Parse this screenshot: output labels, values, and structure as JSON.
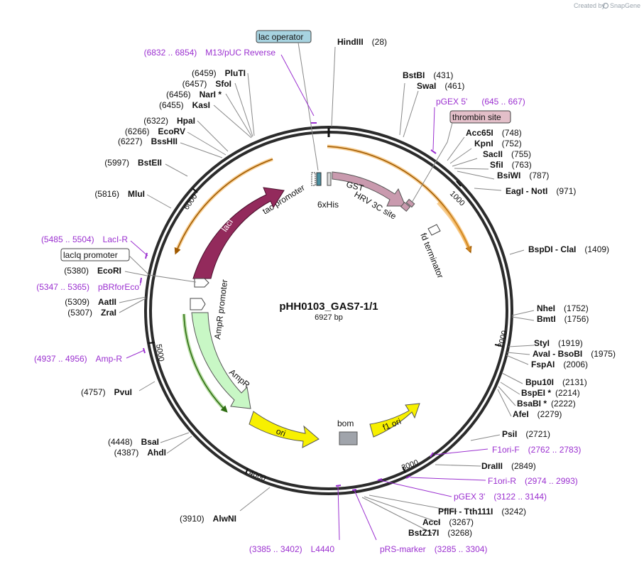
{
  "title": "pHH0103_GAS7-1/1",
  "length_label": "6927 bp",
  "logo": {
    "prefix": "Created by",
    "brand": "SnapGene"
  },
  "ticks": [
    "1000",
    "2000",
    "3000",
    "4000",
    "5000",
    "6000"
  ],
  "sites": [
    {
      "name": "HindIII",
      "pos": "(28)"
    },
    {
      "name": "BstBI",
      "pos": "(431)"
    },
    {
      "name": "SwaI",
      "pos": "(461)"
    },
    {
      "name": "Acc65I",
      "pos": "(748)"
    },
    {
      "name": "KpnI",
      "pos": "(752)"
    },
    {
      "name": "SacII",
      "pos": "(755)"
    },
    {
      "name": "SfiI",
      "pos": "(763)"
    },
    {
      "name": "BsiWI",
      "pos": "(787)"
    },
    {
      "name": "EagI",
      "sep": " - ",
      "name2": "NotI",
      "pos": "(971)"
    },
    {
      "name": "BspDI",
      "sep": " - ",
      "name2": "ClaI",
      "pos": "(1409)"
    },
    {
      "name": "NheI",
      "pos": "(1752)"
    },
    {
      "name": "BmtI",
      "pos": "(1756)"
    },
    {
      "name": "StyI",
      "pos": "(1919)"
    },
    {
      "name": "AvaI",
      "sep": " - ",
      "name2": "BsoBI",
      "pos": "(1975)"
    },
    {
      "name": "FspAI",
      "pos": "(2006)"
    },
    {
      "name": "Bpu10I",
      "pos": "(2131)"
    },
    {
      "name": "BspEI *",
      "pos": "(2214)"
    },
    {
      "name": "BsaBI *",
      "pos": "(2222)"
    },
    {
      "name": "AfeI",
      "pos": "(2279)"
    },
    {
      "name": "PsiI",
      "pos": "(2721)"
    },
    {
      "name": "DraIII",
      "pos": "(2849)"
    },
    {
      "name": "PflFI",
      "sep": " - ",
      "name2": "Tth111I",
      "pos": "(3242)"
    },
    {
      "name": "AccI",
      "pos": "(3267)"
    },
    {
      "name": "BstZ17I",
      "pos": "(3268)"
    },
    {
      "name": "AlwNI",
      "pos": "(3910)"
    },
    {
      "name": "AhdI",
      "pos": "(4387)"
    },
    {
      "name": "BsaI",
      "pos": "(4448)"
    },
    {
      "name": "PvuI",
      "pos": "(4757)"
    },
    {
      "name": "ZraI",
      "pos": "(5307)"
    },
    {
      "name": "AatII",
      "pos": "(5309)"
    },
    {
      "name": "EcoRI",
      "pos": "(5380)"
    },
    {
      "name": "MluI",
      "pos": "(5816)"
    },
    {
      "name": "BstEII",
      "pos": "(5997)"
    },
    {
      "name": "BssHII",
      "pos": "(6227)"
    },
    {
      "name": "EcoRV",
      "pos": "(6266)"
    },
    {
      "name": "HpaI",
      "pos": "(6322)"
    },
    {
      "name": "KasI",
      "pos": "(6455)"
    },
    {
      "name": "NarI *",
      "pos": "(6456)"
    },
    {
      "name": "SfoI",
      "pos": "(6457)"
    },
    {
      "name": "PluTI",
      "pos": "(6459)"
    }
  ],
  "primers": [
    {
      "name": "M13/pUC Reverse",
      "range": "(6832 .. 6854)"
    },
    {
      "name": "pGEX 5'",
      "range": "(645 .. 667)"
    },
    {
      "name": "LacI-R",
      "range": "(5485 .. 5504)"
    },
    {
      "name": "pBRforEco",
      "range": "(5347 .. 5365)"
    },
    {
      "name": "Amp-R",
      "range": "(4937 .. 4956)"
    },
    {
      "name": "F1ori-F",
      "range": "(2762 .. 2783)"
    },
    {
      "name": "F1ori-R",
      "range": "(2974 .. 2993)"
    },
    {
      "name": "pGEX 3'",
      "range": "(3122 .. 3144)"
    },
    {
      "name": "L4440",
      "range": "(3385 .. 3402)"
    },
    {
      "name": "pRS-marker",
      "range": "(3285 .. 3304)"
    }
  ],
  "boxed_labels": {
    "lac_operator": "lac operator",
    "thrombin_site": "thrombin site",
    "laciq_promoter": "lacIq promoter"
  },
  "features": {
    "gst": "GST",
    "hrv3c": "HRV 3C site",
    "his": "6xHis",
    "tac": "tac promoter",
    "laci": "lacI",
    "fd": "fd terminator",
    "ampr_promoter": "AmpR promoter",
    "ampr": "AmpR",
    "ori": "ori",
    "bom": "bom",
    "f1ori": "f1 ori"
  },
  "colors": {
    "backbone": "#2b2b2b",
    "primer": "#9b30d0",
    "orf_orange": "#f0a63a",
    "gst": "#c99aae",
    "laci": "#932a5c",
    "ampr": "#c8f7c5",
    "ori_yellow": "#f7f000",
    "lac_operator_box": "#a7d3e0",
    "thrombin_box": "#e3bfc9",
    "bom_grey": "#a0a4ab"
  }
}
